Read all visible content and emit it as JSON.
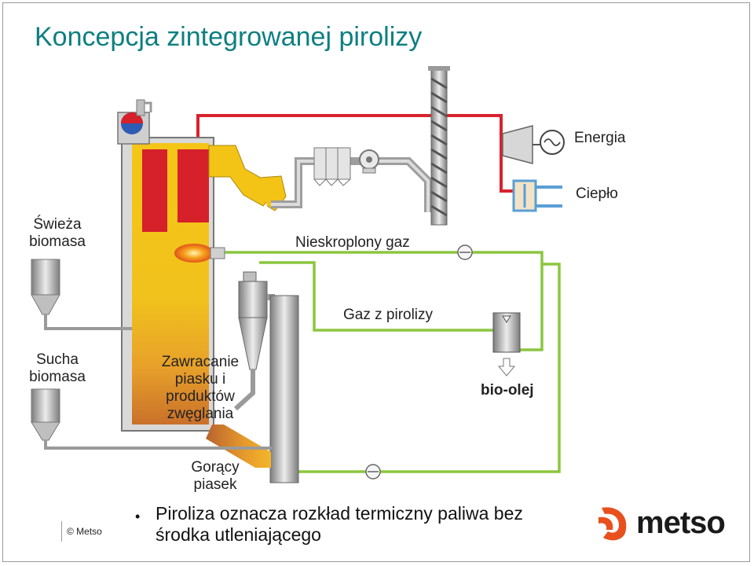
{
  "slide": {
    "title": "Koncepcja zintegrowanej pirolizy",
    "copyright": "© Metso",
    "logo_text": "metso",
    "bullet": "Piroliza oznacza rozkład termiczny paliwa bez środka utleniającego"
  },
  "labels": {
    "energia": "Energia",
    "cieplo": "Ciepło",
    "swieza_line1": "Świeża",
    "swieza_line2": "biomasa",
    "nieskroplony": "Nieskroplony gaz",
    "gaz_pirolizy": "Gaz z pirolizy",
    "sucha_line1": "Sucha",
    "sucha_line2": "biomasa",
    "zawracanie_line1": "Zawracanie",
    "zawracanie_line2": "piasku i",
    "zawracanie_line3": "produktów",
    "zawracanie_line4": "zwęglania",
    "bio_olej": "bio-olej",
    "goracy_line1": "Gorący",
    "goracy_line2": "piasek"
  },
  "colors": {
    "title": "#0e7f80",
    "flue_gas_line": "#d9232e",
    "pyrolysis_gas_line": "#8cc63f",
    "boiler_fill": "#f3c316",
    "heat_exchanger": "#5a9fd4",
    "logo_accent": "#e8501d"
  },
  "icons": [
    "turbine-icon",
    "generator-icon",
    "heat-exchanger-icon",
    "flame-icon",
    "cyclone-icon",
    "condenser-icon",
    "blower-icon",
    "filter-icon",
    "silo-icon",
    "valve-icon"
  ]
}
